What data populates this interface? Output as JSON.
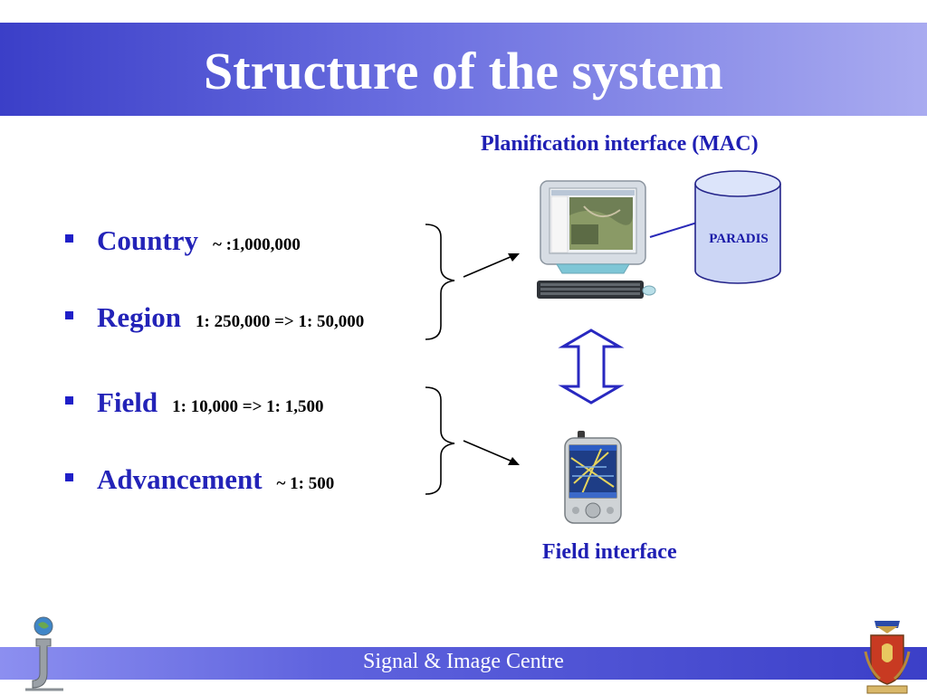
{
  "title": "Structure of the system",
  "bullets": [
    {
      "name": "Country",
      "scale": "~ :1,000,000"
    },
    {
      "name": "Region",
      "scale": "1: 250,000 => 1: 50,000"
    },
    {
      "name": "Field",
      "scale": "1: 10,000 => 1: 1,500"
    },
    {
      "name": "Advancement",
      "scale": "~ 1: 500"
    }
  ],
  "planification_label": "Planification interface (MAC)",
  "database_label": "PARADIS",
  "field_label": "Field interface",
  "footer": "Signal & Image Centre",
  "colors": {
    "title_bar": "#3b3fc8",
    "bullet_text": "#2323b8",
    "accent_blue": "#1f1fb4"
  },
  "icons": [
    "computer-icon",
    "database-icon",
    "pda-icon",
    "double-arrow-icon",
    "logo-icon",
    "crest-icon"
  ]
}
